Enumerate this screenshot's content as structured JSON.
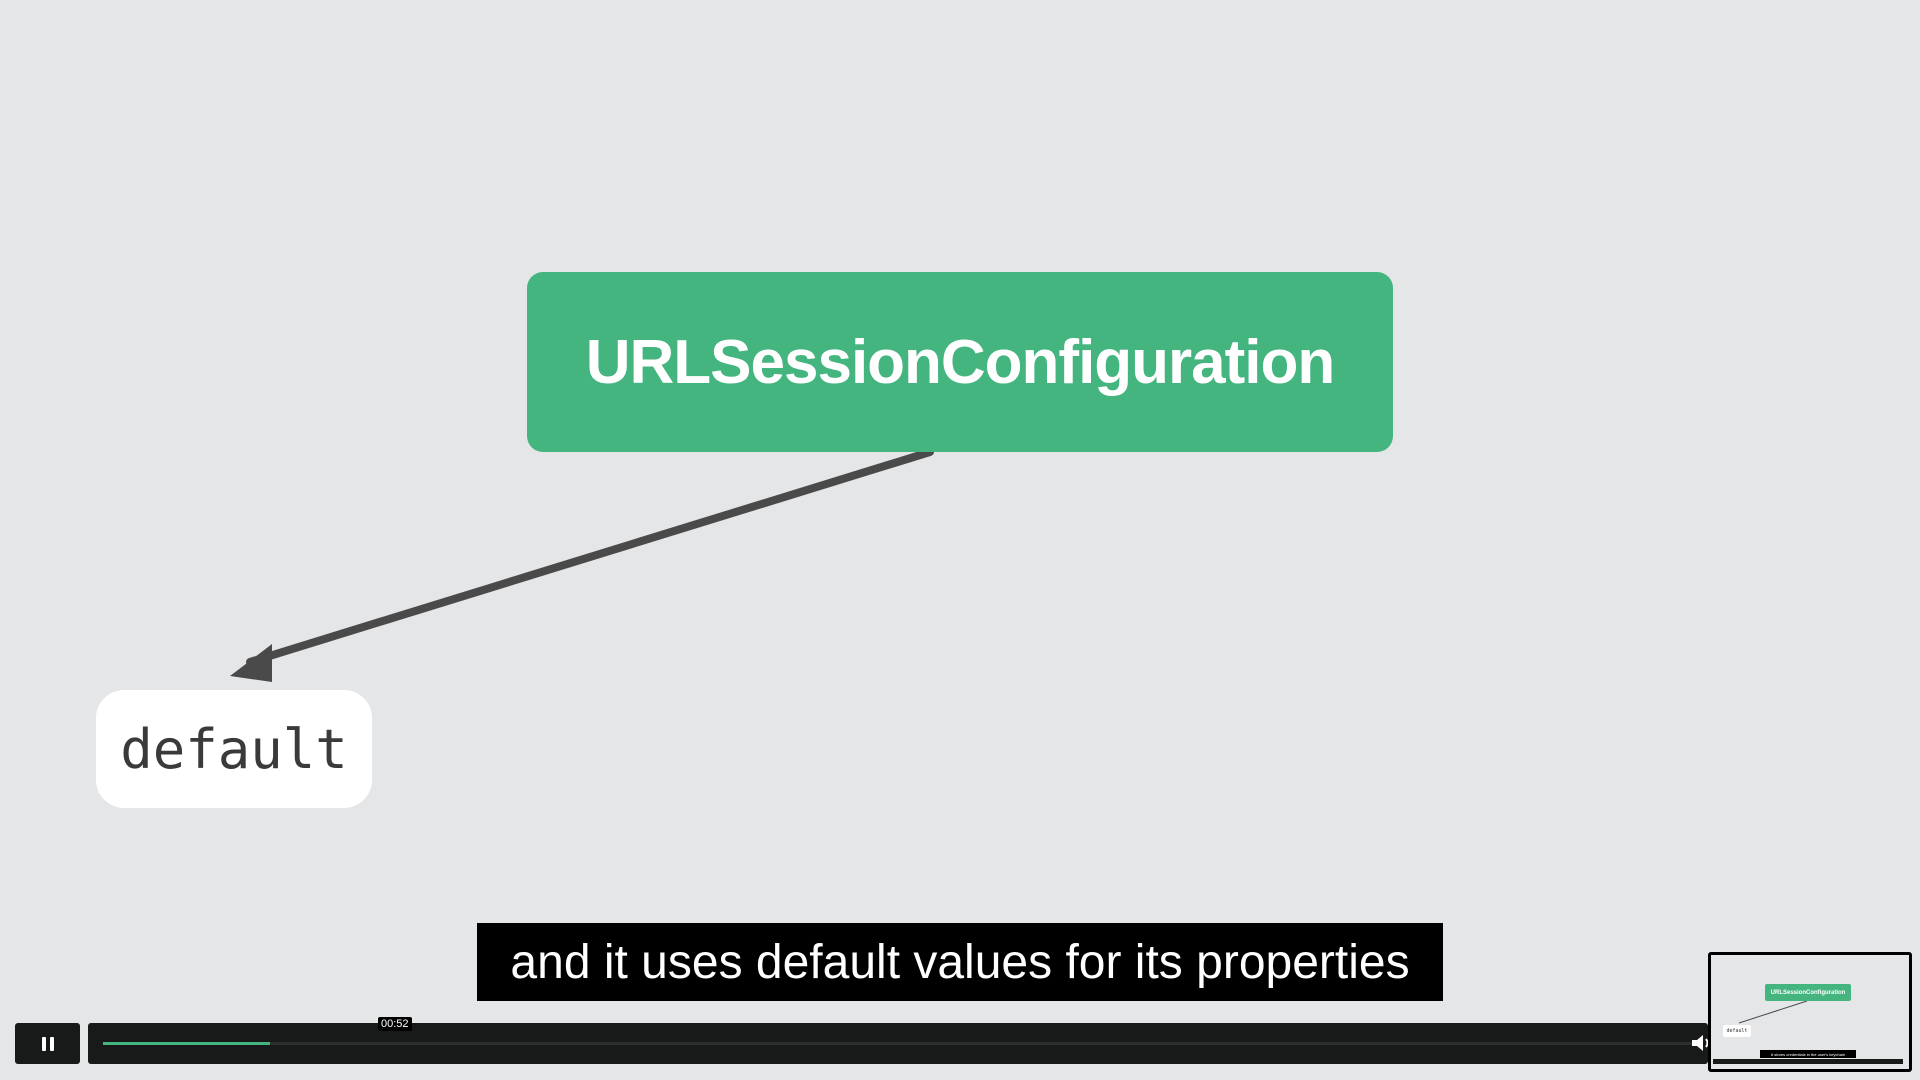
{
  "diagram": {
    "main_node_label": "URLSessionConfiguration",
    "child_node_label": "default"
  },
  "caption": {
    "text": "and it uses default values for its properties"
  },
  "player": {
    "current_time": "00:52",
    "progress_fraction": 0.105,
    "play_state": "playing",
    "pause_icon": "pause-icon",
    "volume_icon": "volume-icon"
  },
  "thumbnail": {
    "main_node_label": "URLSessionConfiguration",
    "child_node_label": "default",
    "caption_text": "It stores credentials in the user's keychain"
  },
  "colors": {
    "accent": "#45b580",
    "background": "#e5e6e8",
    "arrow": "#4a4a4a",
    "control_bar": "#171a19"
  }
}
